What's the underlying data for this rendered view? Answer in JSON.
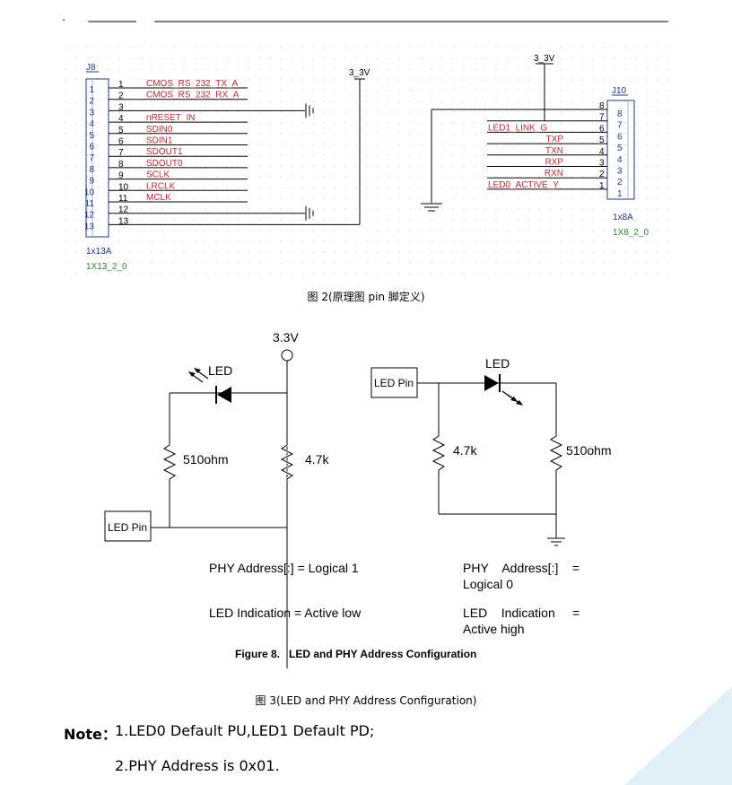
{
  "schematic": {
    "j8": {
      "ref": "J8",
      "type": "1x13A",
      "footprint": "1X13_2_0",
      "outer_pins": [
        "1",
        "2",
        "3",
        "4",
        "5",
        "6",
        "7",
        "8",
        "9",
        "10",
        "11",
        "12",
        "13"
      ],
      "pins": [
        {
          "num": "1",
          "label": "CMOS_RS_232_TX_A"
        },
        {
          "num": "2",
          "label": "CMOS_RS_232_RX_A"
        },
        {
          "num": "3",
          "label": ""
        },
        {
          "num": "4",
          "label": "nRESET_IN"
        },
        {
          "num": "5",
          "label": "SDIN0"
        },
        {
          "num": "6",
          "label": "SDIN1"
        },
        {
          "num": "7",
          "label": "SDOUT1"
        },
        {
          "num": "8",
          "label": "SDOUT0"
        },
        {
          "num": "9",
          "label": "SCLK"
        },
        {
          "num": "10",
          "label": "LRCLK"
        },
        {
          "num": "11",
          "label": "MCLK"
        },
        {
          "num": "12",
          "label": ""
        },
        {
          "num": "13",
          "label": ""
        }
      ]
    },
    "j10": {
      "ref": "J10",
      "type": "1x8A",
      "footprint": "1X8_2_0",
      "outer_pins": [
        "8",
        "7",
        "6",
        "5",
        "4",
        "3",
        "2",
        "1"
      ],
      "pins": [
        {
          "num": "8",
          "label": ""
        },
        {
          "num": "7",
          "label": ""
        },
        {
          "num": "6",
          "label": "LED1_LINK_G"
        },
        {
          "num": "5",
          "label": "TXP"
        },
        {
          "num": "4",
          "label": "TXN"
        },
        {
          "num": "3",
          "label": "RXP"
        },
        {
          "num": "2",
          "label": "RXN"
        },
        {
          "num": "1",
          "label": "LED0_ACTIVE_Y"
        }
      ]
    },
    "power_left": "3_3V",
    "power_right": "3_3V"
  },
  "caption2": "图 2(原理图 pin 脚定义)",
  "led_figure": {
    "left": {
      "supply": "3.3V",
      "led": "LED",
      "r1": "510ohm",
      "r2": "4.7k",
      "pin": "LED Pin",
      "note1": "PHY Address[:] = Logical 1",
      "note2": "LED Indication = Active low"
    },
    "right": {
      "led": "LED",
      "r1": "4.7k",
      "r2": "510ohm",
      "pin": "LED Pin",
      "note1a": "PHY    Address[:]    =",
      "note1b": "Logical 0",
      "note2a": "LED    Indication     =",
      "note2b": "Active high"
    },
    "title": "Figure 8.   LED and PHY Address Configuration"
  },
  "caption3": "图 3(LED and PHY Address Configuration)",
  "note": {
    "label": "Note：",
    "line1": "1.LED0 Default PU,LED1 Default PD;",
    "line2": "2.PHY Address is 0x01."
  }
}
